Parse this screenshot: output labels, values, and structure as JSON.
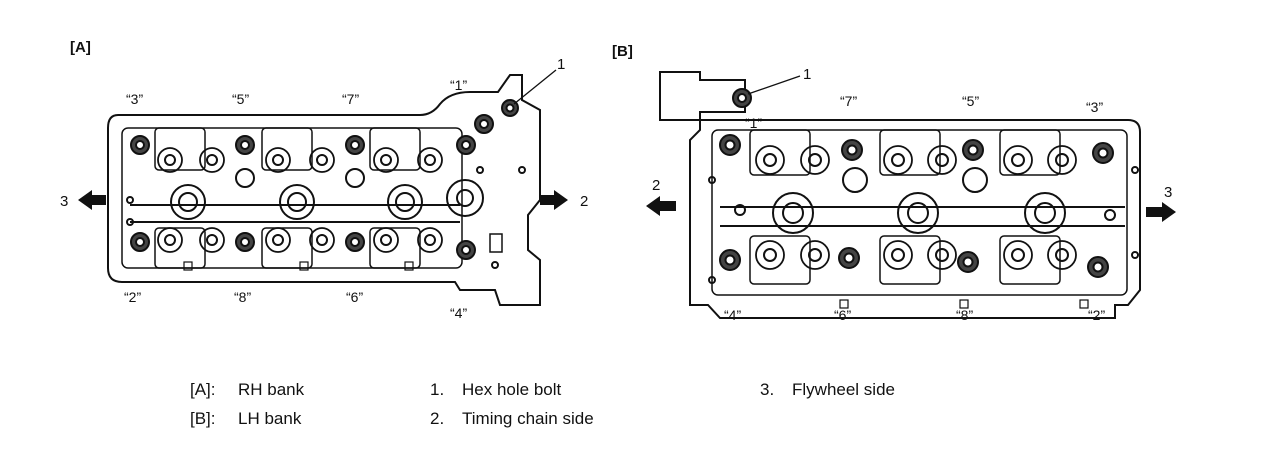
{
  "panels": {
    "a": {
      "tag": "[A]",
      "order_labels": [
        "“3”",
        "“5”",
        "“7”",
        "“1”",
        "“2”",
        "“8”",
        "“6”",
        "“4”"
      ],
      "callouts": {
        "bolt": "1",
        "left_arrow": "3",
        "right_arrow": "2"
      }
    },
    "b": {
      "tag": "[B]",
      "order_labels": [
        "“7”",
        "“5”",
        "“3”",
        "“1”",
        "“4”",
        "“6”",
        "“8”",
        "“2”"
      ],
      "callouts": {
        "bolt": "1",
        "left_arrow": "2",
        "right_arrow": "3"
      }
    }
  },
  "legend": [
    {
      "code": "[A]:",
      "text": "RH bank"
    },
    {
      "code": "[B]:",
      "text": "LH bank"
    },
    {
      "code": "1.",
      "text": "Hex hole bolt"
    },
    {
      "code": "2.",
      "text": "Timing chain side"
    },
    {
      "code": "3.",
      "text": "Flywheel side"
    }
  ]
}
